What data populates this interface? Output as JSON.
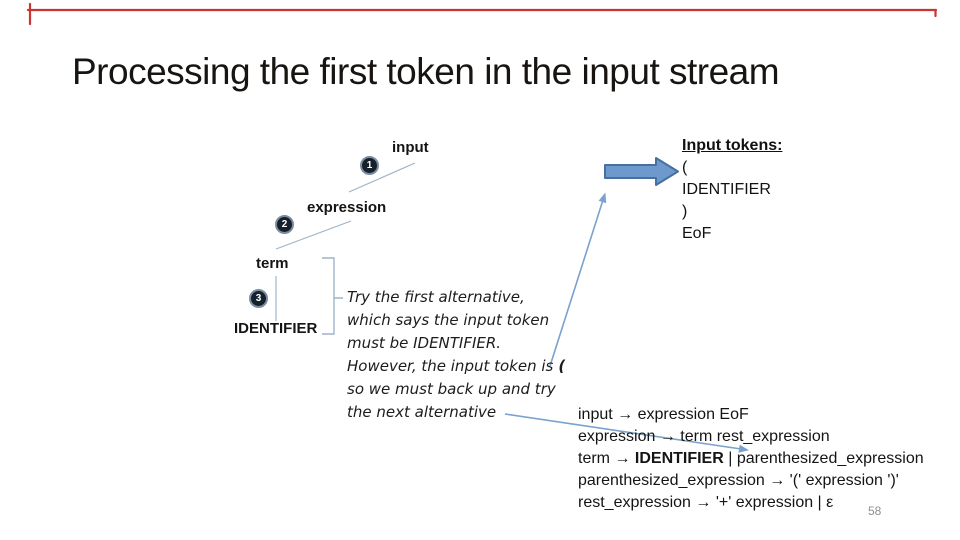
{
  "slide": {
    "title": "Processing the first token in the input stream",
    "page_number": "58"
  },
  "tree": {
    "nodes": [
      {
        "label": "input",
        "marker": "1"
      },
      {
        "label": "expression",
        "marker": "2"
      },
      {
        "label": "term",
        "marker": "3"
      },
      {
        "label": "IDENTIFIER",
        "marker": ""
      }
    ]
  },
  "note": {
    "lines": [
      "Try the first alternative,",
      "which says the input token",
      "must be IDENTIFIER.",
      "However, the input token is",
      "so we must back up and try",
      "the next alternative"
    ],
    "paren": "("
  },
  "tokens": {
    "heading": "Input tokens:",
    "items": [
      "(",
      "IDENTIFIER",
      ")",
      "EoF"
    ]
  },
  "grammar": {
    "lines": [
      {
        "pre": "input → expression EoF",
        "bold": "",
        "post": ""
      },
      {
        "pre": "expression → term rest_expression",
        "bold": "",
        "post": ""
      },
      {
        "pre": "term → ",
        "bold": "IDENTIFIER",
        "post": " | parenthesized_expression"
      },
      {
        "pre": "parenthesized_expression → '(' expression ')'",
        "bold": "",
        "post": ""
      },
      {
        "pre": "rest_expression → '+' expression | ε",
        "bold": "",
        "post": ""
      }
    ]
  },
  "colors": {
    "accent_arrow_fill": "#6e99cc",
    "accent_arrow_border": "#44719f",
    "connector_blue": "#9fb4c9",
    "leader_blue": "#7ba1cd",
    "border_red": "#cc3333",
    "marker_ring_gray": "#7b8ca1",
    "marker_fill_dark": "#15202c",
    "page_number_gray": "#8f8f8f"
  }
}
